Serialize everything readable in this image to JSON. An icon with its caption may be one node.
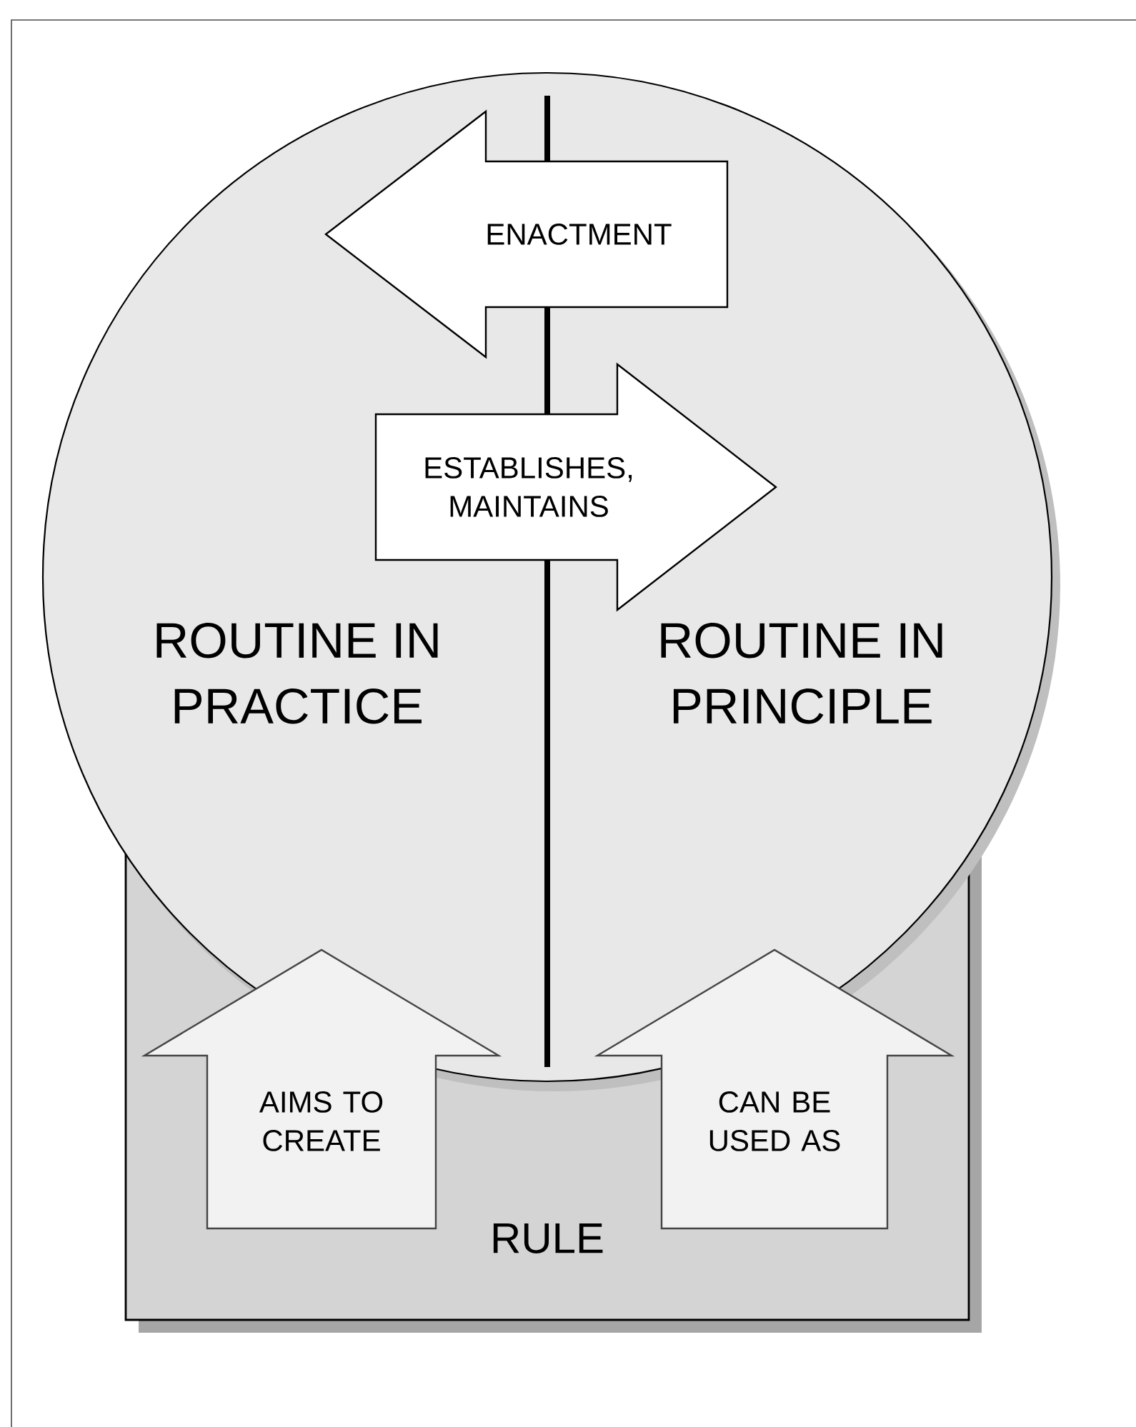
{
  "diagram": {
    "nodes": [
      {
        "text": [
          "ROUTINE IN PRACTICE"
        ]
      },
      {
        "text": [
          "ROUTINE IN PRINCIPLE"
        ]
      },
      {
        "text": [
          "RULE"
        ]
      }
    ],
    "edges": [
      {
        "from": 1,
        "to": 0,
        "arrow": "to",
        "label": "ENACTMENT"
      },
      {
        "from": 0,
        "to": 1,
        "arrow": "to",
        "label": "ESTABLISHES, MAINTAINS"
      },
      {
        "from": 2,
        "to": 0,
        "arrow": "to",
        "label": "AIMS TO CREATE"
      },
      {
        "from": 2,
        "to": 1,
        "arrow": "to",
        "label": "CAN BE USED AS"
      }
    ]
  }
}
